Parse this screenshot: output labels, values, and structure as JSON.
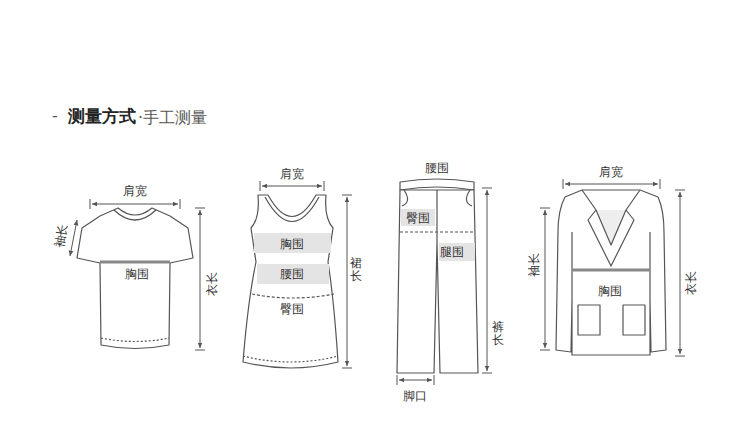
{
  "diagram": {
    "title": "测量方式",
    "labels": [
      "-",
      "·手工测量",
      "肩宽",
      "袖长",
      "胸围",
      "衣长",
      "肩宽",
      "胸围",
      "腰围",
      "臀围",
      "裙长",
      "腰围",
      "臀围",
      "腿围",
      "裤长",
      "脚口",
      "肩宽",
      "袖长",
      "胸围",
      "衣长"
    ]
  }
}
